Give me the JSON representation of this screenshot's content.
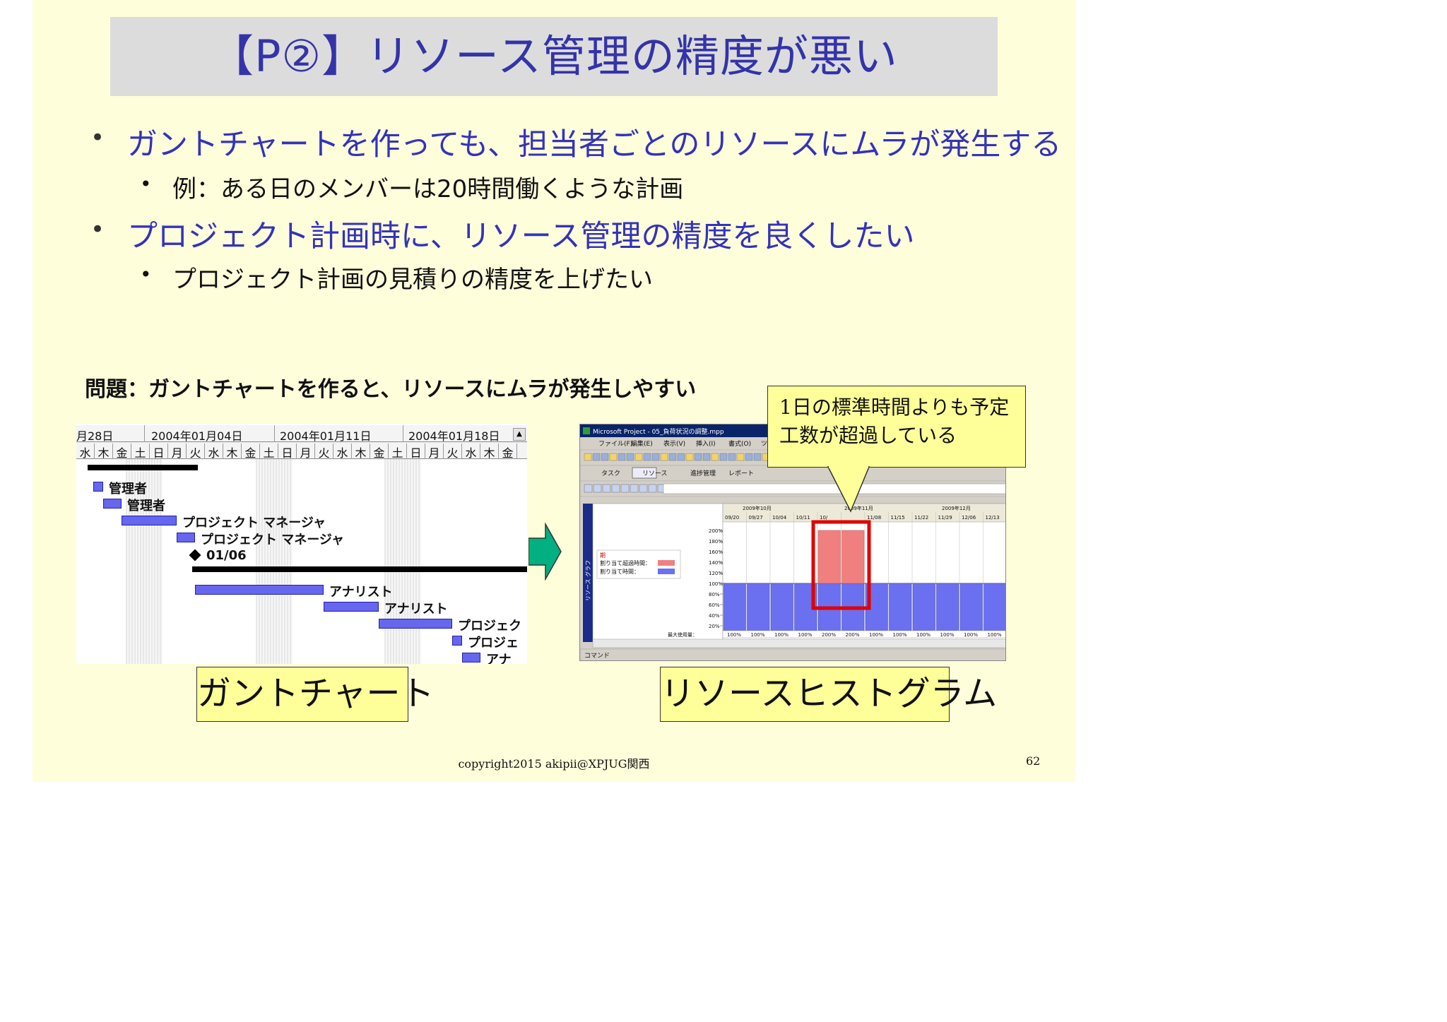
{
  "title": "【P②】リソース管理の精度が悪い",
  "bullets": [
    {
      "text": "ガントチャートを作っても、担当者ごとのリソースにムラが発生する",
      "sub": "例：ある日のメンバーは20時間働くような計画"
    },
    {
      "text": "プロジェクト計画時に、リソース管理の精度を良くしたい",
      "sub": "プロジェクト計画の見積りの精度を上げたい"
    }
  ],
  "bullet_symbol": "•",
  "problem": "問題：ガントチャートを作ると、リソースにムラが発生しやすい",
  "gantt": {
    "dates": [
      "月28日",
      "2004年01月04日",
      "2004年01月11日",
      "2004年01月18日"
    ],
    "days": [
      "水",
      "木",
      "金",
      "土",
      "日",
      "月",
      "火",
      "水",
      "木",
      "金",
      "土",
      "日",
      "月",
      "火",
      "水",
      "木",
      "金",
      "土",
      "日",
      "月",
      "火",
      "水",
      "木",
      "金"
    ],
    "tasks": [
      "管理者",
      "管理者",
      "プロジェクト マネージャ",
      "プロジェクト マネージャ",
      "01/06",
      "アナリスト",
      "アナリスト",
      "プロジェク",
      "プロジェ",
      "アナ"
    ],
    "scroll_up": "▲",
    "colors": {
      "bar": "#6666ee",
      "summary": "#000000"
    }
  },
  "histogram": {
    "window_title": "Microsoft Project - 05_負荷状況の調整.mpp",
    "menu": [
      "ファイル(F)",
      "編集(E)",
      "表示(V)",
      "挿入(I)",
      "書式(O)",
      "ツー"
    ],
    "toolbar2": [
      "タスク",
      "リソース",
      "進捗管理",
      "レポート"
    ],
    "months": [
      "2009年10月",
      "2009年11月",
      "2009年12月"
    ],
    "weeks": [
      "09/20",
      "09/27",
      "10/04",
      "10/11",
      "10/",
      "",
      "11/08",
      "11/15",
      "11/22",
      "11/29",
      "12/06",
      "12/13"
    ],
    "y_ticks": [
      "200%",
      "180%",
      "160%",
      "140%",
      "120%",
      "100%",
      "80%",
      "60%",
      "40%",
      "20%"
    ],
    "legend_title": "期",
    "legend": [
      "割り当て超過時間：",
      "割り当て時間："
    ],
    "side_label": "リソース グラフ",
    "bottom_label": "最大使用量：",
    "bottom_values": [
      "100%",
      "100%",
      "100%",
      "100%",
      "200%",
      "200%",
      "100%",
      "100%",
      "100%",
      "100%",
      "100%",
      "100%"
    ],
    "status": "コマンド",
    "colors": {
      "normal": "#6b70f0",
      "over": "#f08080",
      "highlight": "#e00000"
    }
  },
  "callout": "1日の標準時間よりも予定工数が超過している",
  "labels": {
    "gantt": "ガントチャート",
    "histogram": "リソースヒストグラム"
  },
  "footer": "copyright2015 akipii@XPJUG関西",
  "page_number": "62",
  "colors": {
    "slide_bg": "#fffedb",
    "title_band": "#dcdcdc",
    "title_text": "#3333aa",
    "arrow": "#00b080",
    "callout_bg": "#ffff99"
  }
}
